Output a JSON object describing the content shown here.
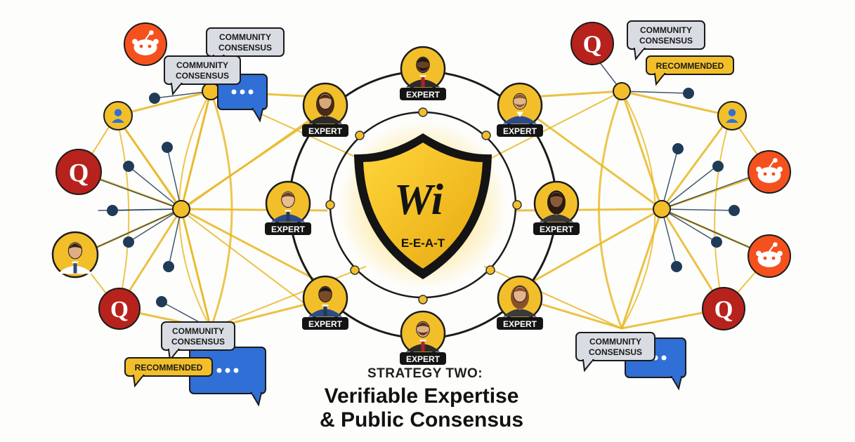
{
  "hub": {
    "logo_text": "Wi",
    "label": "E-E-A-T"
  },
  "expert_label": "EXPERT",
  "labels": {
    "community_consensus": "COMMUNITY\nCONSENSUS",
    "recommended": "RECOMMENDED"
  },
  "caption": {
    "subtitle": "STRATEGY TWO:",
    "title_line1": "Verifiable Expertise",
    "title_line2": "& Public Consensus"
  },
  "colors": {
    "gold": "#f2bf2b",
    "gold_line": "#e8b824",
    "navy": "#1f3b57",
    "blue_bubble": "#2f6fd6",
    "quora_red": "#b7221c",
    "reddit_orange": "#f4511e",
    "gray_bubble": "#d9dde3"
  },
  "icons": [
    "shield-icon",
    "expert-avatar-icon",
    "quora-icon",
    "reddit-icon",
    "user-icon",
    "chat-bubble-icon",
    "speech-bubble-icon"
  ]
}
